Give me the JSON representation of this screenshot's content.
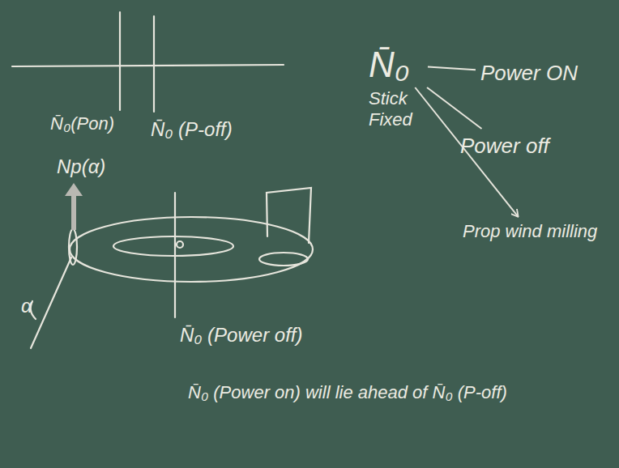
{
  "diagram": {
    "nodes": [
      {
        "text": [
          "N̄₀",
          "Stick Fixed"
        ]
      },
      {
        "text": [
          "Power ON"
        ]
      },
      {
        "text": [
          "Power off"
        ]
      },
      {
        "text": [
          "Prop wind milling"
        ]
      }
    ],
    "edges": [
      {
        "from": 0,
        "to": 1,
        "arrow": "none"
      },
      {
        "from": 0,
        "to": 2,
        "arrow": "none"
      },
      {
        "from": 0,
        "to": 3,
        "arrow": "to"
      }
    ],
    "labels": [
      "N̄₀(Pon)",
      "N̄₀ (P-off)",
      "Np(α)",
      "α",
      "N̄₀ (Power off)",
      "N̄₀ (Power on) will lie ahead of N̄₀ (P-off)"
    ]
  }
}
